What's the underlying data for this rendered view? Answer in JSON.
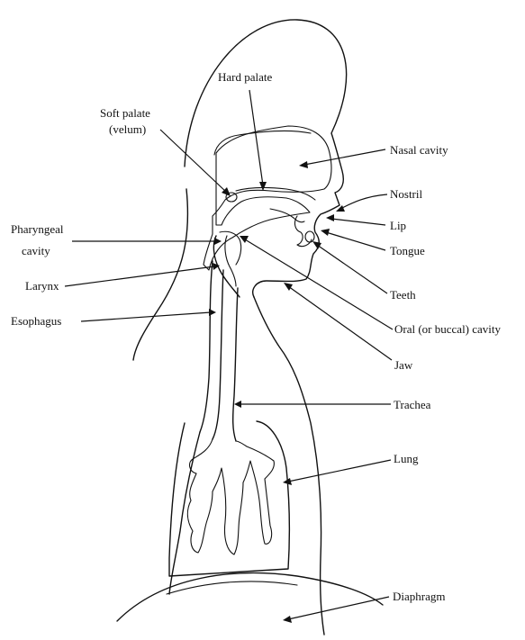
{
  "labels": {
    "hard_palate": "Hard palate",
    "soft_palate_1": "Soft palate",
    "soft_palate_2": "(velum)",
    "nasal_cavity": "Nasal cavity",
    "nostril": "Nostril",
    "lip": "Lip",
    "tongue": "Tongue",
    "pharyngeal_1": "Pharyngeal",
    "pharyngeal_2": "cavity",
    "larynx": "Larynx",
    "esophagus": "Esophagus",
    "teeth": "Teeth",
    "oral_cavity": "Oral (or buccal) cavity",
    "jaw": "Jaw",
    "trachea": "Trachea",
    "lung": "Lung",
    "diaphragm": "Diaphragm"
  },
  "colors": {
    "ink": "#111111",
    "hatch": "#333333",
    "background": "#ffffff"
  }
}
